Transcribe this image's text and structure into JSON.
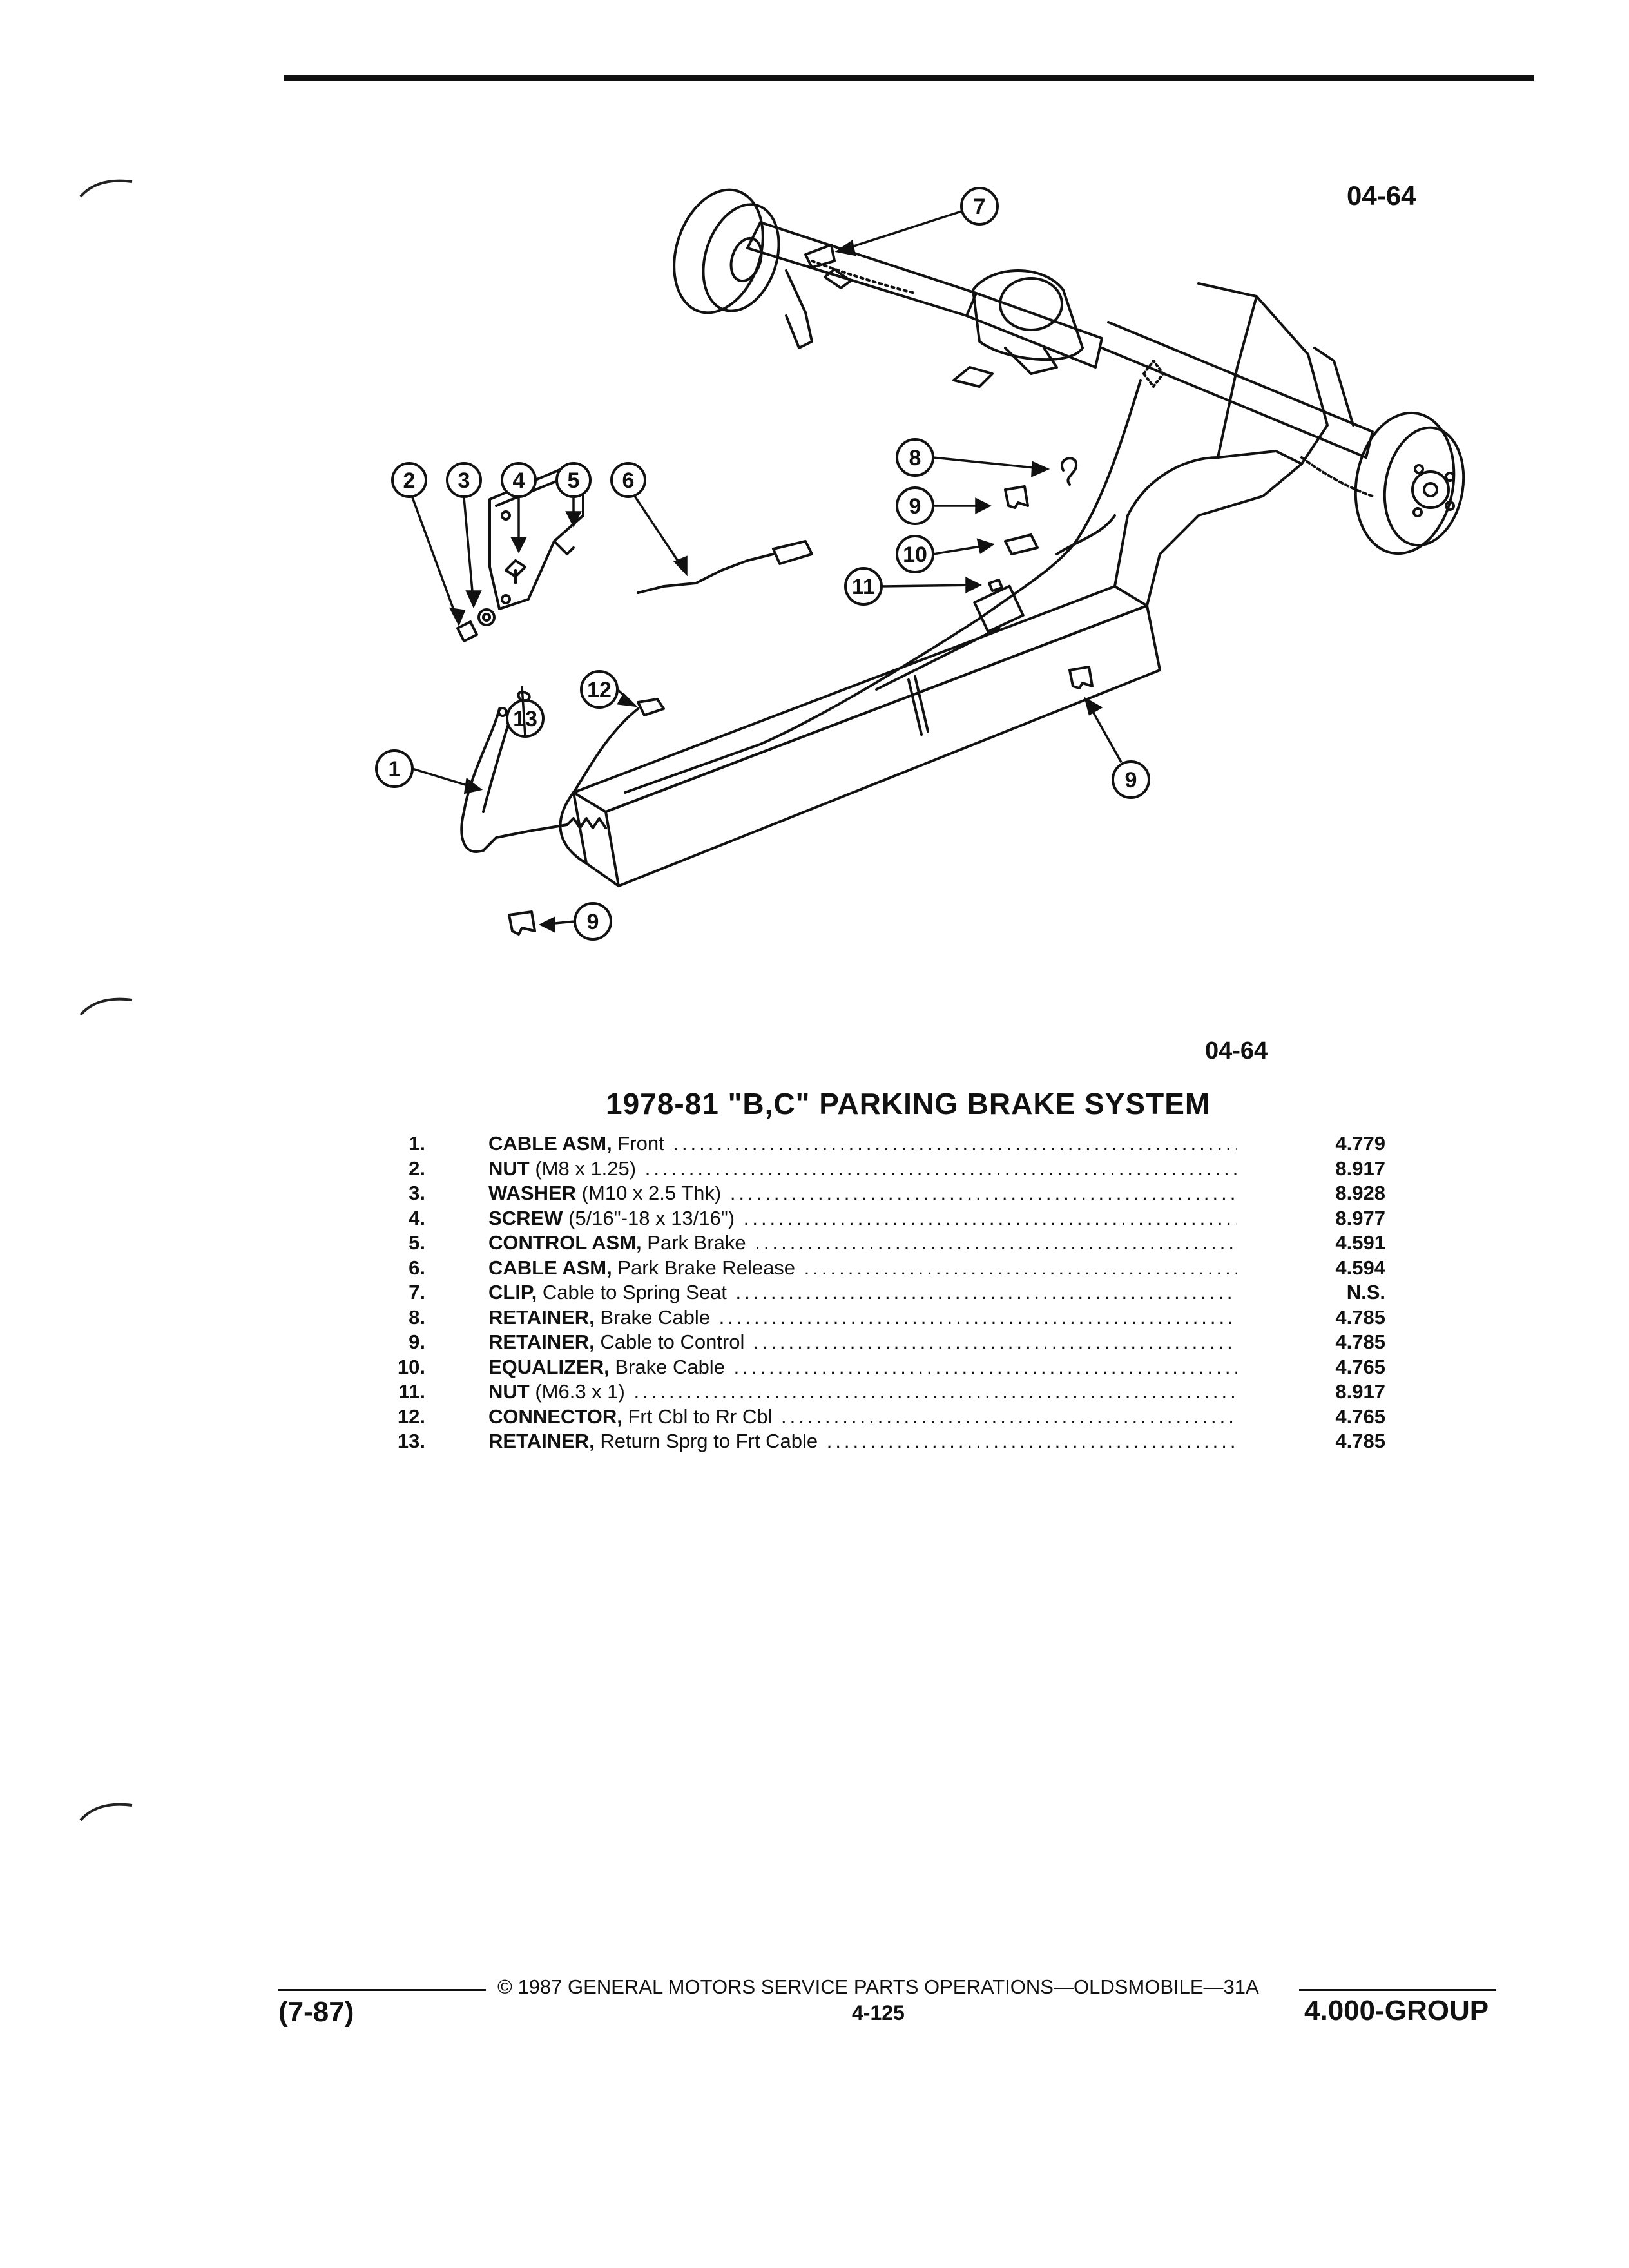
{
  "figure": {
    "code_top": "04-64",
    "code_bottom": "04-64",
    "callouts": [
      "1",
      "2",
      "3",
      "4",
      "5",
      "6",
      "7",
      "8",
      "9",
      "10",
      "11",
      "12",
      "13"
    ]
  },
  "section": {
    "title": "1978-81 \"B,C\" PARKING BRAKE SYSTEM"
  },
  "parts": [
    {
      "num": "1.",
      "name": "CABLE ASM,",
      "detail": " Front",
      "code": "4.779"
    },
    {
      "num": "2.",
      "name": "NUT",
      "detail": " (M8 x 1.25)",
      "code": "8.917"
    },
    {
      "num": "3.",
      "name": "WASHER",
      "detail": " (M10 x 2.5 Thk)",
      "code": "8.928"
    },
    {
      "num": "4.",
      "name": "SCREW",
      "detail": " (5/16\"-18 x 13/16\")",
      "code": "8.977"
    },
    {
      "num": "5.",
      "name": "CONTROL ASM,",
      "detail": " Park Brake",
      "code": "4.591"
    },
    {
      "num": "6.",
      "name": "CABLE ASM,",
      "detail": " Park Brake Release",
      "code": "4.594"
    },
    {
      "num": "7.",
      "name": "CLIP,",
      "detail": " Cable to Spring Seat",
      "code": "N.S."
    },
    {
      "num": "8.",
      "name": "RETAINER,",
      "detail": " Brake Cable",
      "code": "4.785"
    },
    {
      "num": "9.",
      "name": "RETAINER,",
      "detail": " Cable to Control",
      "code": "4.785"
    },
    {
      "num": "10.",
      "name": "EQUALIZER,",
      "detail": " Brake Cable",
      "code": "4.765"
    },
    {
      "num": "11.",
      "name": "NUT",
      "detail": " (M6.3 x 1)",
      "code": "8.917"
    },
    {
      "num": "12.",
      "name": "CONNECTOR,",
      "detail": " Frt Cbl to Rr Cbl",
      "code": "4.765"
    },
    {
      "num": "13.",
      "name": "RETAINER,",
      "detail": " Return Sprg to Frt Cable",
      "code": "4.785"
    }
  ],
  "footer": {
    "copyright": "© 1987 GENERAL MOTORS SERVICE PARTS OPERATIONS—OLDSMOBILE—31A",
    "left": "(7-87)",
    "page": "4-125",
    "right": "4.000-GROUP"
  }
}
